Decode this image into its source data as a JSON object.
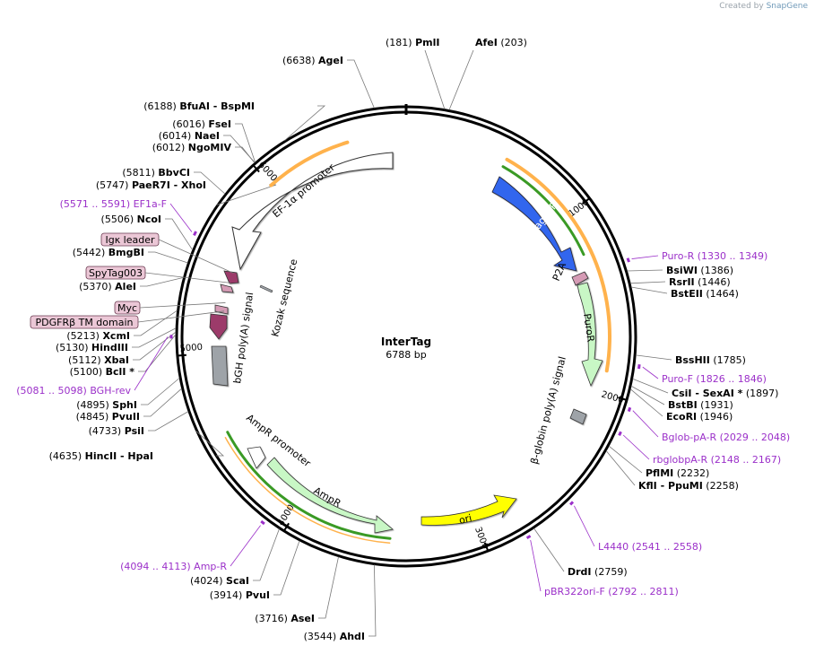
{
  "brand": {
    "prefix": "Created by",
    "name": "SnapGene"
  },
  "plasmid": {
    "name": "InterTag",
    "size_label": "6788 bp",
    "length": 6788
  },
  "ticks": [
    {
      "pos": 1000,
      "label": "1000"
    },
    {
      "pos": 2000,
      "label": "2000"
    },
    {
      "pos": 3000,
      "label": "3000"
    },
    {
      "pos": 4000,
      "label": "4000"
    },
    {
      "pos": 5000,
      "label": "5000"
    },
    {
      "pos": 6000,
      "label": "6000"
    }
  ],
  "sites_left": [
    {
      "pos": 6638,
      "coord": "(6638)",
      "name": "AgeI"
    },
    {
      "pos": 6188,
      "coord": "(6188)",
      "name": "BfuAI",
      "extra": "- BspMI"
    },
    {
      "pos": 6016,
      "coord": "(6016)",
      "name": "FseI"
    },
    {
      "pos": 6014,
      "coord": "(6014)",
      "name": "NaeI"
    },
    {
      "pos": 6012,
      "coord": "(6012)",
      "name": "NgoMIV"
    },
    {
      "pos": 5811,
      "coord": "(5811)",
      "name": "BbvCI"
    },
    {
      "pos": 5747,
      "coord": "(5747)",
      "name": "PaeR7I",
      "extra": "- XhoI"
    },
    {
      "pos": 5506,
      "coord": "(5506)",
      "name": "NcoI"
    },
    {
      "pos": 5442,
      "coord": "(5442)",
      "name": "BmgBI"
    },
    {
      "pos": 5370,
      "coord": "(5370)",
      "name": "AleI"
    },
    {
      "pos": 5213,
      "coord": "(5213)",
      "name": "XcmI"
    },
    {
      "pos": 5130,
      "coord": "(5130)",
      "name": "HindIII"
    },
    {
      "pos": 5112,
      "coord": "(5112)",
      "name": "XbaI"
    },
    {
      "pos": 5100,
      "coord": "(5100)",
      "name": "BclI *"
    },
    {
      "pos": 4895,
      "coord": "(4895)",
      "name": "SphI"
    },
    {
      "pos": 4845,
      "coord": "(4845)",
      "name": "PvuII"
    },
    {
      "pos": 4733,
      "coord": "(4733)",
      "name": "PsiI"
    },
    {
      "pos": 4635,
      "coord": "(4635)",
      "name": "HincII",
      "extra": "- HpaI"
    },
    {
      "pos": 4024,
      "coord": "(4024)",
      "name": "ScaI"
    },
    {
      "pos": 3914,
      "coord": "(3914)",
      "name": "PvuI"
    },
    {
      "pos": 3716,
      "coord": "(3716)",
      "name": "AseI"
    },
    {
      "pos": 3544,
      "coord": "(3544)",
      "name": "AhdI"
    }
  ],
  "sites_right": [
    {
      "pos": 181,
      "coord": "(181)",
      "name": "PmlI"
    },
    {
      "pos": 203,
      "coord": "(203)",
      "name": "AfeI"
    },
    {
      "pos": 1386,
      "coord": "(1386)",
      "name": "BsiWI"
    },
    {
      "pos": 1446,
      "coord": "(1446)",
      "name": "RsrII"
    },
    {
      "pos": 1464,
      "coord": "(1464)",
      "name": "BstEII"
    },
    {
      "pos": 1785,
      "coord": "(1785)",
      "name": "BssHII"
    },
    {
      "pos": 1897,
      "coord": "(1897)",
      "name": "CsiI",
      "extra": "- SexAI *"
    },
    {
      "pos": 1931,
      "coord": "(1931)",
      "name": "BstBI"
    },
    {
      "pos": 1946,
      "coord": "(1946)",
      "name": "EcoRI"
    },
    {
      "pos": 2232,
      "coord": "(2232)",
      "name": "PflMI"
    },
    {
      "pos": 2258,
      "coord": "(2258)",
      "name": "KflI",
      "extra": "- PpuMI"
    },
    {
      "pos": 2759,
      "coord": "(2759)",
      "name": "DrdI"
    }
  ],
  "primers": [
    {
      "name": "Puro-R",
      "range": "(1330 .. 1349)",
      "start": 1330,
      "end": 1349
    },
    {
      "name": "Puro-F",
      "range": "(1826 .. 1846)",
      "start": 1826,
      "end": 1846
    },
    {
      "name": "Bglob-pA-R",
      "range": "(2029 .. 2048)",
      "start": 2029,
      "end": 2048
    },
    {
      "name": "rbglobpA-R",
      "range": "(2148 .. 2167)",
      "start": 2148,
      "end": 2167
    },
    {
      "name": "L4440",
      "range": "(2541 .. 2558)",
      "start": 2541,
      "end": 2558
    },
    {
      "name": "pBR322ori-F",
      "range": "(2792 .. 2811)",
      "start": 2792,
      "end": 2811
    },
    {
      "name": "Amp-R",
      "range": "(4094 .. 4113)",
      "start": 4094,
      "end": 4113
    },
    {
      "name": "BGH-rev",
      "range": "(5081 .. 5098)",
      "start": 5081,
      "end": 5098
    },
    {
      "name": "EF1a-F",
      "range": "(5571 .. 5591)",
      "start": 5571,
      "end": 5591
    }
  ],
  "boxed_labels": [
    {
      "text": "Igκ leader",
      "pos": 5470
    },
    {
      "text": "SpyTag003",
      "pos": 5410
    },
    {
      "text": "Myc",
      "pos": 5290
    },
    {
      "text": "PDGFRβ TM domain",
      "pos": 5240
    }
  ],
  "features": [
    {
      "name": "TagBFP",
      "color": "#3366ee"
    },
    {
      "name": "P2A",
      "color": "#d59bb5"
    },
    {
      "name": "PuroR",
      "color": "#c8f7c5"
    },
    {
      "name": "β-globin poly(A) signal",
      "color": "#9ea3a8"
    },
    {
      "name": "ori",
      "color": "#ffff00"
    },
    {
      "name": "AmpR",
      "color": "#c8f7c5"
    },
    {
      "name": "AmpR promoter",
      "color": "#ffffff"
    },
    {
      "name": "bGH poly(A) signal",
      "color": "#9ea3a8"
    },
    {
      "name": "Kozak sequence",
      "color": "#9ea3a8"
    },
    {
      "name": "EF-1α promoter",
      "color": "#ffffff"
    }
  ],
  "colors": {
    "orf": "#ffb24c",
    "orf_inner": "#3a9a25",
    "primer": "#9b30c9",
    "tag": "#9c3b6a"
  }
}
